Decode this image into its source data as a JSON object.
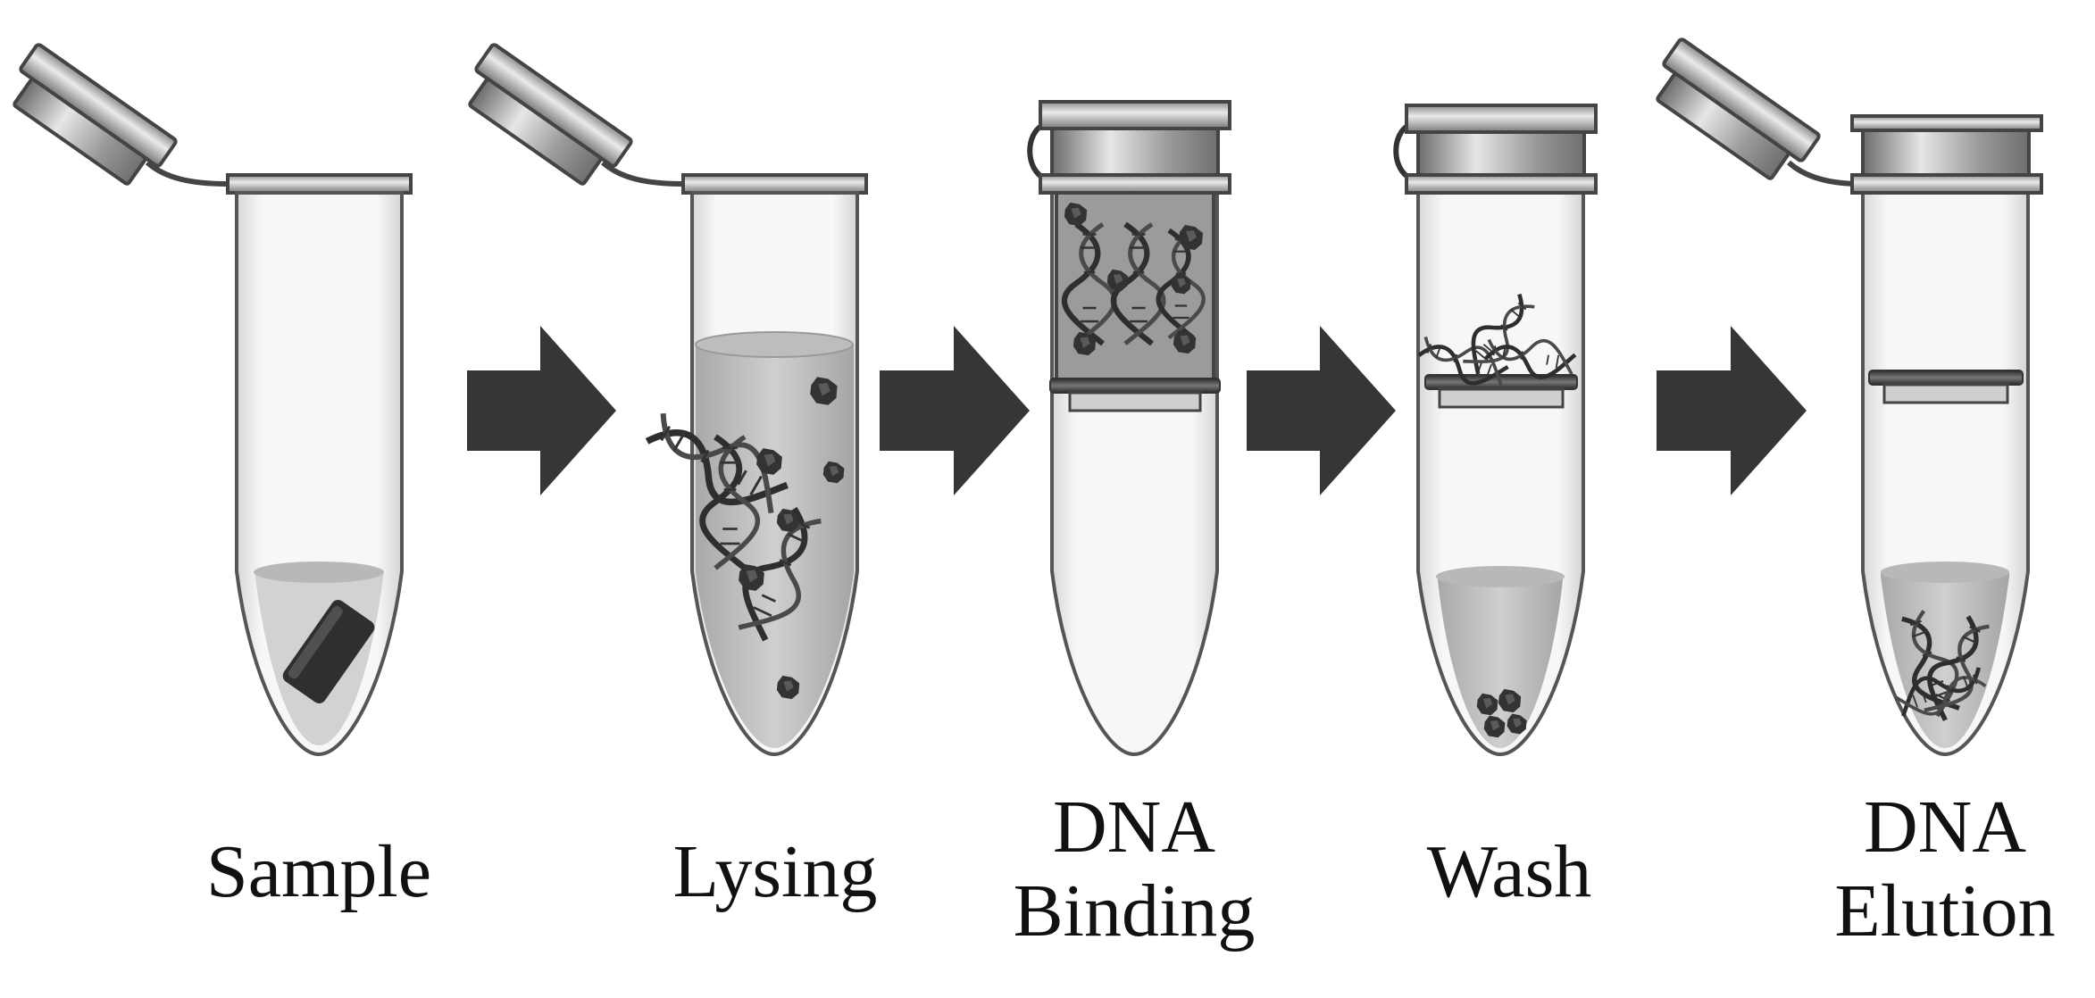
{
  "steps": [
    {
      "line1": "Sample",
      "line2": ""
    },
    {
      "line1": "Lysing",
      "line2": ""
    },
    {
      "line1": "DNA",
      "line2": "Binding"
    },
    {
      "line1": "Wash",
      "line2": ""
    },
    {
      "line1": "DNA",
      "line2": "Elution"
    }
  ],
  "colors": {
    "tube_outline": "#555555",
    "tube_fill": "#f7f7f7",
    "liquid": "#c9c9c9",
    "arrow": "#363636",
    "dark": "#2f2f2f",
    "text": "#111111"
  },
  "icons": [
    "tube-open-cap",
    "tube-with-spin-column",
    "process-arrow",
    "dna-helix",
    "cell-debris"
  ]
}
